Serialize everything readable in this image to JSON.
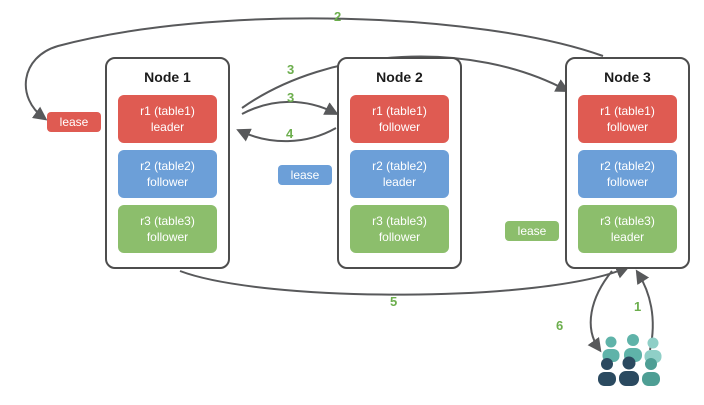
{
  "colors": {
    "red": "#df5b52",
    "blue": "#6c9fd8",
    "green": "#8cbe6c",
    "step_green": "#6cae4d",
    "arrow_gray": "#58595b",
    "node_border": "#4d4d4d"
  },
  "nodes": [
    {
      "title": "Node 1",
      "replicas": [
        {
          "line1": "r1 (table1)",
          "line2": "leader"
        },
        {
          "line1": "r2 (table2)",
          "line2": "follower"
        },
        {
          "line1": "r3 (table3)",
          "line2": "follower"
        }
      ]
    },
    {
      "title": "Node 2",
      "replicas": [
        {
          "line1": "r1 (table1)",
          "line2": "follower"
        },
        {
          "line1": "r2 (table2)",
          "line2": "leader"
        },
        {
          "line1": "r3 (table3)",
          "line2": "follower"
        }
      ]
    },
    {
      "title": "Node 3",
      "replicas": [
        {
          "line1": "r1 (table1)",
          "line2": "follower"
        },
        {
          "line1": "r2 (table2)",
          "line2": "follower"
        },
        {
          "line1": "r3 (table3)",
          "line2": "leader"
        }
      ]
    }
  ],
  "leases": [
    {
      "label": "lease"
    },
    {
      "label": "lease"
    },
    {
      "label": "lease"
    }
  ],
  "steps": {
    "step1": "1",
    "step2": "2",
    "step3a": "3",
    "step3b": "3",
    "step4": "4",
    "step5": "5",
    "step6": "6"
  },
  "icons": {
    "users": "users-group-icon"
  }
}
